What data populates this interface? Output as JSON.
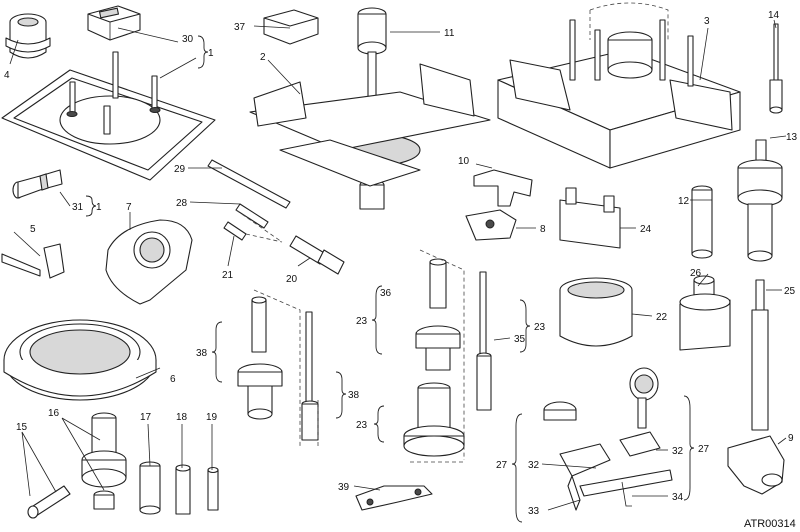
{
  "diagram": {
    "drawing_code": "ATR00314",
    "callouts": [
      {
        "id": "c1a",
        "text": "1"
      },
      {
        "id": "c1b",
        "text": "1"
      },
      {
        "id": "c2",
        "text": "2"
      },
      {
        "id": "c3",
        "text": "3"
      },
      {
        "id": "c4",
        "text": "4"
      },
      {
        "id": "c5",
        "text": "5"
      },
      {
        "id": "c6",
        "text": "6"
      },
      {
        "id": "c7",
        "text": "7"
      },
      {
        "id": "c8",
        "text": "8"
      },
      {
        "id": "c9",
        "text": "9"
      },
      {
        "id": "c10",
        "text": "10"
      },
      {
        "id": "c11",
        "text": "11"
      },
      {
        "id": "c12",
        "text": "12"
      },
      {
        "id": "c13",
        "text": "13"
      },
      {
        "id": "c14",
        "text": "14"
      },
      {
        "id": "c15",
        "text": "15"
      },
      {
        "id": "c16",
        "text": "16"
      },
      {
        "id": "c17",
        "text": "17"
      },
      {
        "id": "c18",
        "text": "18"
      },
      {
        "id": "c19",
        "text": "19"
      },
      {
        "id": "c20",
        "text": "20"
      },
      {
        "id": "c21",
        "text": "21"
      },
      {
        "id": "c22",
        "text": "22"
      },
      {
        "id": "c23a",
        "text": "23"
      },
      {
        "id": "c23b",
        "text": "23"
      },
      {
        "id": "c23c",
        "text": "23"
      },
      {
        "id": "c24",
        "text": "24"
      },
      {
        "id": "c25",
        "text": "25"
      },
      {
        "id": "c26",
        "text": "26"
      },
      {
        "id": "c27a",
        "text": "27"
      },
      {
        "id": "c27b",
        "text": "27"
      },
      {
        "id": "c28",
        "text": "28"
      },
      {
        "id": "c29",
        "text": "29"
      },
      {
        "id": "c30",
        "text": "30"
      },
      {
        "id": "c31",
        "text": "31"
      },
      {
        "id": "c32a",
        "text": "32"
      },
      {
        "id": "c32b",
        "text": "32"
      },
      {
        "id": "c33",
        "text": "33"
      },
      {
        "id": "c34",
        "text": "34"
      },
      {
        "id": "c35",
        "text": "35"
      },
      {
        "id": "c36",
        "text": "36"
      },
      {
        "id": "c37",
        "text": "37"
      },
      {
        "id": "c38a",
        "text": "38"
      },
      {
        "id": "c38b",
        "text": "38"
      },
      {
        "id": "c39",
        "text": "39"
      }
    ]
  }
}
